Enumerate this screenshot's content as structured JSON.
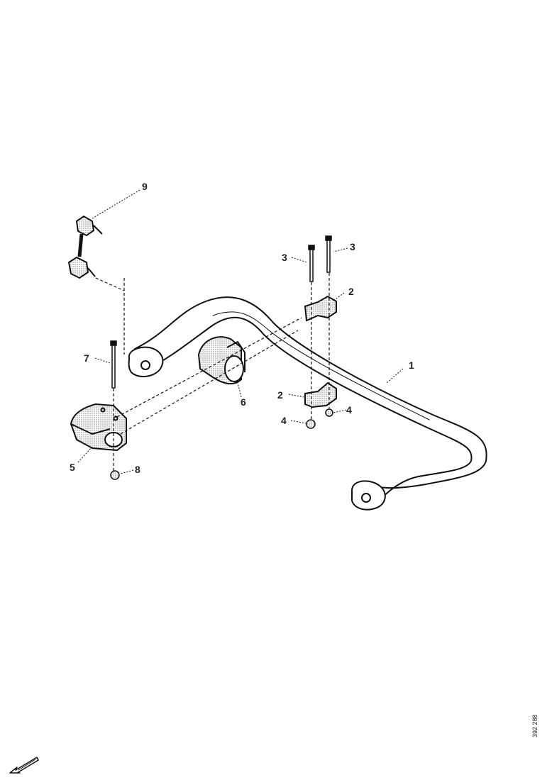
{
  "callouts": {
    "c1": "1",
    "c2a": "2",
    "c2b": "2",
    "c3a": "3",
    "c3b": "3",
    "c4a": "4",
    "c4b": "4",
    "c5": "5",
    "c6": "6",
    "c7": "7",
    "c8": "8",
    "c9": "9"
  },
  "document_id": "392 288",
  "icons": {
    "orientation": "direction-arrow-icon"
  }
}
